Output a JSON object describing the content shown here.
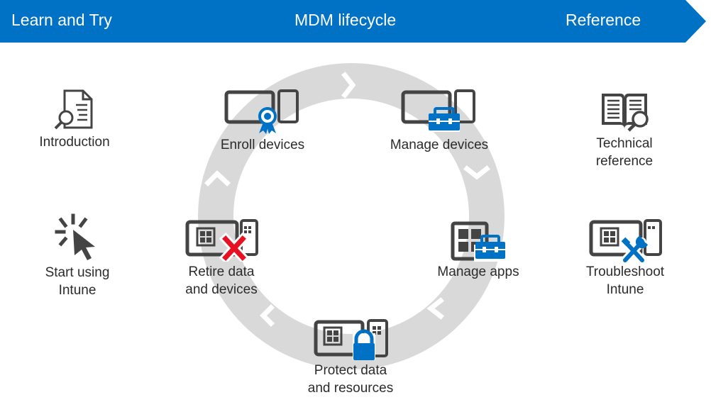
{
  "banner": {
    "sections": [
      {
        "label": "Learn and Try"
      },
      {
        "label": "MDM lifecycle"
      },
      {
        "label": "Reference"
      }
    ],
    "color": "#0072c6"
  },
  "colors": {
    "accent": "#0072c6",
    "device": "#444444",
    "ring": "#d9d9d9",
    "retire_x": "#e81123"
  },
  "learn_and_try": {
    "introduction": {
      "label": "Introduction",
      "icon": "document-search-icon"
    },
    "start": {
      "line1": "Start using",
      "line2": "Intune",
      "icon": "cursor-click-icon"
    }
  },
  "lifecycle": {
    "enroll": {
      "label": "Enroll devices",
      "icon": "device-ribbon-icon"
    },
    "manage_devices": {
      "label": "Manage devices",
      "icon": "device-toolbox-icon"
    },
    "manage_apps": {
      "label": "Manage apps",
      "icon": "apps-toolbox-icon"
    },
    "protect": {
      "line1": "Protect data",
      "line2": "and resources",
      "icon": "device-lock-icon"
    },
    "retire": {
      "line1": "Retire data",
      "line2": "and devices",
      "icon": "device-x-icon"
    }
  },
  "reference": {
    "technical": {
      "line1": "Technical",
      "line2": "reference",
      "icon": "book-search-icon"
    },
    "troubleshoot": {
      "line1": "Troubleshoot",
      "line2": "Intune",
      "icon": "device-wrench-icon"
    }
  }
}
